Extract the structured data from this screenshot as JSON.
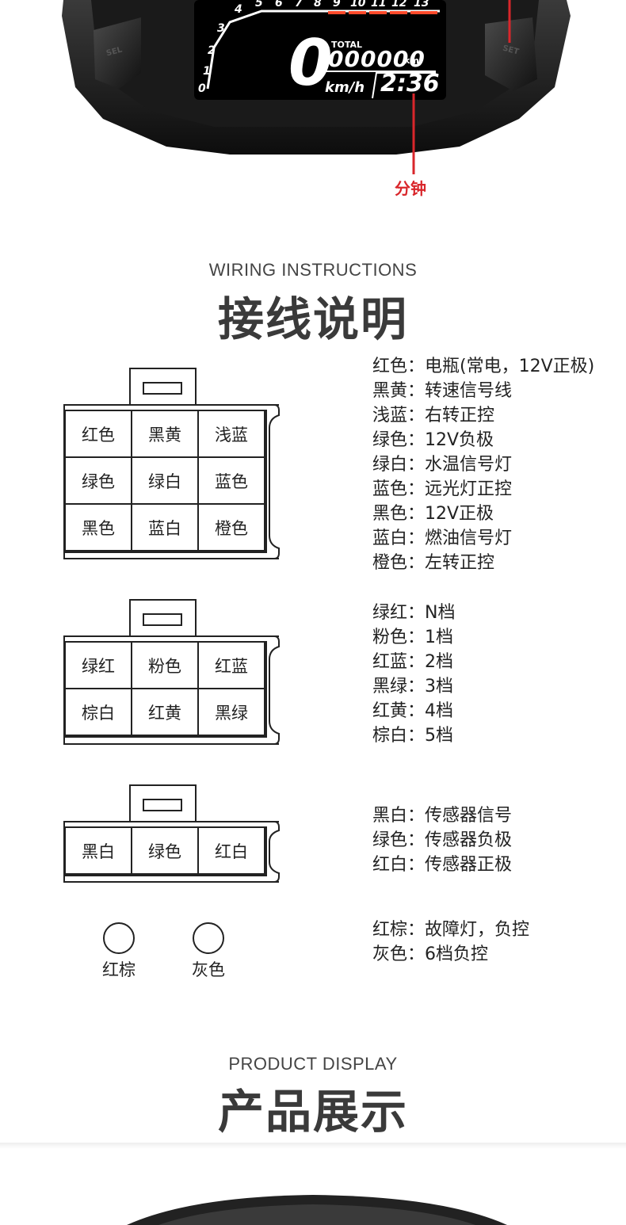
{
  "dashboard": {
    "speed": "0",
    "speed_unit": "km/h",
    "total_label": "TOTAL",
    "odometer": "000000",
    "odometer_unit": "km",
    "clock": "2:36",
    "rpm_ticks": [
      "0",
      "1",
      "2",
      "3",
      "4",
      "5",
      "6",
      "7",
      "8",
      "9",
      "10",
      "11",
      "12",
      "13"
    ],
    "left_button": "SEL",
    "right_button": "SET",
    "minute_label": "分钟"
  },
  "wiring": {
    "heading_en": "WIRING INSTRUCTIONS",
    "heading_cn": "接线说明",
    "connector1": {
      "cells": [
        "红色",
        "黑黄",
        "浅蓝",
        "绿色",
        "绿白",
        "蓝色",
        "黑色",
        "蓝白",
        "橙色"
      ],
      "legend": [
        "红色：电瓶(常电，12V正极)",
        "黑黄：转速信号线",
        "浅蓝：右转正控",
        "绿色：12V负极",
        "绿白：水温信号灯",
        "蓝色：远光灯正控",
        "黑色：12V正极",
        "蓝白：燃油信号灯",
        "橙色：左转正控"
      ]
    },
    "connector2": {
      "cells": [
        "绿红",
        "粉色",
        "红蓝",
        "棕白",
        "红黄",
        "黑绿"
      ],
      "legend": [
        "绿红：N档",
        "粉色：1档",
        "红蓝：2档",
        "黑绿：3档",
        "红黄：4档",
        "棕白：5档"
      ]
    },
    "connector3": {
      "cells": [
        "黑白",
        "绿色",
        "红白"
      ],
      "legend": [
        "黑白：传感器信号",
        "绿色：传感器负极",
        "红白：传感器正极"
      ]
    },
    "singles": {
      "labels": [
        "红棕",
        "灰色"
      ],
      "legend": [
        "红棕：故障灯，负控",
        "灰色：6档负控"
      ]
    }
  },
  "product": {
    "heading_en": "PRODUCT DISPLAY",
    "heading_cn": "产品展示"
  }
}
